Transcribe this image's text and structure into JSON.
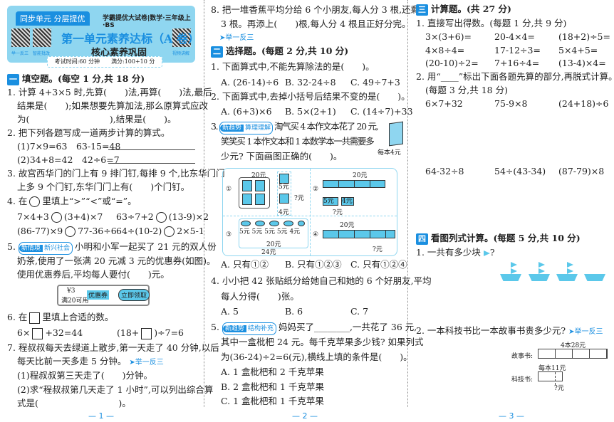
{
  "header": {
    "tab": "同步单元 分层提优",
    "series": "学霸提优大试卷|数学·三年级上·BS",
    "title": "第一单元素养达标（A 卷）",
    "subtitle": "核心素养巩固",
    "qr_labels": [
      "举一反三",
      "智能批改",
      "视频讲解"
    ],
    "time": "考试时间:60 分钟",
    "score": "满分:100+10 分"
  },
  "col1": {
    "sec1_num": "一",
    "sec1": "填空题。(每空 1 分,共 18 分)",
    "lines": [
      "1. 计算 4+3×5 时,先算(　　)法,再算(　　)法,最后",
      "结果是(　　);如果想要先算加法,那么原算式应改",
      "为(　　　　　　　　　),结果是(　　)。",
      "2. 把下列各题写成一道两步计算的算式。",
      "(1)7×9=63　63-15=48",
      "(2)34+8=42　42÷6=7",
      "3. 故宫西华门的门上有 9 排门钉,每排 9 个,比东华门门",
      "上多 9 个门钉,东华门门上有(　　)个门钉。"
    ],
    "q4": [
      "4. 在",
      "里填上“>”“<”或“=”。"
    ],
    "q4_items": [
      [
        "7×4+3",
        "(3+4)×7"
      ],
      [
        "63÷7+2",
        "(13-9)×2"
      ],
      [
        "(86-77)×9",
        "77-36÷6"
      ],
      [
        "64÷(10-2)",
        "2×5-1"
      ]
    ],
    "q5_tag": [
      "新情境",
      "新兴社会"
    ],
    "q5": [
      "5.",
      "小明和小军一起买了 21 元的双人份",
      "奶茶,使用了一张满 20 元减 3 元的优惠券(如图)。",
      "使用优惠券后,平均每人要付(　　)元。"
    ],
    "coupon": {
      "amount": "¥3",
      "cond": "满20可用",
      "name": "优惠券",
      "btn": "立即领取"
    },
    "q6": [
      "6. 在",
      "里填上合适的数。"
    ],
    "q6_a": [
      "6×",
      "+32=44"
    ],
    "q6_b": [
      "(18+",
      ")÷7=6"
    ],
    "q7": [
      "7. 程叔叔每天去绿道上散步,第一天走了 40 分钟,以后",
      "每天比前一天多走 5 分钟。",
      "(1)程叔叔第三天走了(　　)分钟。",
      "(2)求“程叔叔第几天走了 1 小时”,可以列出综合算",
      "式是(　　　　　　　　　)。"
    ],
    "link": "➤举一反三",
    "page": "— 1 —"
  },
  "col2": {
    "q8": [
      "8. 把一堆香蕉平均分给 6 个小朋友,每人分 3 根,还剩",
      "3 根。再添上(　　)根,每人分 4 根且正好分完。"
    ],
    "link": "➤举一反三",
    "sec2_num": "二",
    "sec2": "选择题。(每题 2 分,共 10 分)",
    "q1": "1. 下面算式中,不能先算除法的是(　　)。",
    "q1_opts": [
      "A. (26-14)÷6",
      "B. 32-24÷8",
      "C. 49÷7+3"
    ],
    "q2": "2. 下面算式中,去掉小括号后结果不变的是(　　)。",
    "q2_opts": [
      "A. (6+3)×6",
      "B. 5×(2+1)",
      "C. (14÷7)+33"
    ],
    "q3_tag": [
      "新趋势",
      "算理理解"
    ],
    "q3": [
      "3.",
      "淘气买 4 本作文本花了 20 元,",
      "笑笑买 1 本作文本和 1 本数学本一共需要多",
      "少元? 下面画图正确的(　　)。"
    ],
    "book_label": "每本4元",
    "diagram": {
      "n1": "①",
      "n2": "②",
      "n3": "③",
      "n4": "④",
      "t20": "20元",
      "t5": "5元",
      "t4": "4元",
      "q": "?元",
      "t24": "24元"
    },
    "q3_opts": [
      "A. 只有①②",
      "B. 只有①②③",
      "C. 只有①②④"
    ],
    "q4": [
      "4. 小小把 42 张贴纸分给她自己和她的 6 个好朋友,平均",
      "每人分得(　　)张。"
    ],
    "q4_opts": [
      "A. 5",
      "B. 6",
      "C. 7"
    ],
    "q5_tag": [
      "新趋势",
      "结构补充"
    ],
    "q5": [
      "5.",
      "妈妈买了________,一共花了 36 元,",
      "其中一盒枇杷 24 元。每千克苹果多少钱? 如果列式",
      "为(36-24)÷2=6(元),横线上填的条件是(　　)。"
    ],
    "q5_opts": [
      "A. 1 盒枇杷和 2 千克苹果",
      "B. 2 盒枇杷和 1 千克苹果",
      "C. 1 盒枇杷和 1 千克苹果"
    ],
    "page": "— 2 —"
  },
  "col3": {
    "sec3_num": "三",
    "sec3": "计算题。(共 27 分)",
    "q1": "1. 直接写出得数。(每题 1 分,共 9 分)",
    "q1_items": [
      "3×(3+6)=",
      "20-4×4=",
      "(18+2)÷5=",
      "4×8÷4=",
      "17-12÷3=",
      "5×4+5=",
      "(20-10)÷2=",
      "7+16÷4=",
      "(13-4)×4="
    ],
    "q2": "2. 用“____”标出下面各题先算的部分,再脱式计算。",
    "q2_note": "(每题 3 分,共 18 分)",
    "q2_items": [
      "6×7+32",
      "75-9×8",
      "(24+18)÷6",
      "64-32÷8",
      "54÷(43-34)",
      "(87-79)×8"
    ],
    "sec4_num": "四",
    "sec4": "看图列式计算。(每题 5 分,共 10 分)",
    "p1": "1. 一共有多少块",
    "p1_end": "?",
    "p2": "2. 一本科技书比一本故事书贵多少元?",
    "link": "➤举一反三",
    "story_label": "故事书:",
    "story_total": "4本28元",
    "tech_label": "科技书:",
    "tech_price": "每本11元",
    "diff": "?元",
    "page": "— 3 —"
  },
  "colors": {
    "accent": "#1a8fe0",
    "fill": "#5bc8ea",
    "header_bg": "#8fd6f0"
  }
}
